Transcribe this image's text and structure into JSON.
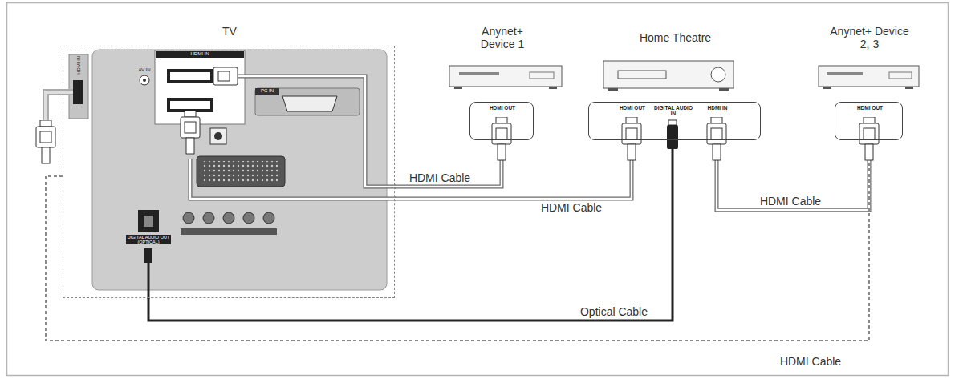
{
  "diagram": {
    "nodes": [
      {
        "text": [
          "TV"
        ]
      },
      {
        "text": [
          "Anynet+ Device 1",
          "HDMI OUT"
        ]
      },
      {
        "text": [
          "Home Theatre",
          "HDMI OUT",
          "DIGITAL AUDIO IN",
          "HDMI IN"
        ]
      },
      {
        "text": [
          "Anynet+ Device 2, 3",
          "HDMI OUT"
        ]
      }
    ],
    "edges": [
      {
        "from": 0,
        "to": 1,
        "arrow": "none",
        "label": "HDMI Cable"
      },
      {
        "from": 0,
        "to": 2,
        "arrow": "none",
        "label": "HDMI Cable"
      },
      {
        "from": 2,
        "to": 3,
        "arrow": "none",
        "label": "HDMI Cable"
      },
      {
        "from": 0,
        "to": 2,
        "arrow": "none",
        "label": "Optical Cable"
      },
      {
        "from": 0,
        "to": 3,
        "arrow": "none",
        "label": "HDMI Cable"
      }
    ],
    "labels": [
      "HDMI IN",
      "HDMI IN",
      "AV IN",
      "PC IN",
      "DIGITAL AUDIO OUT (OPTICAL)"
    ]
  }
}
